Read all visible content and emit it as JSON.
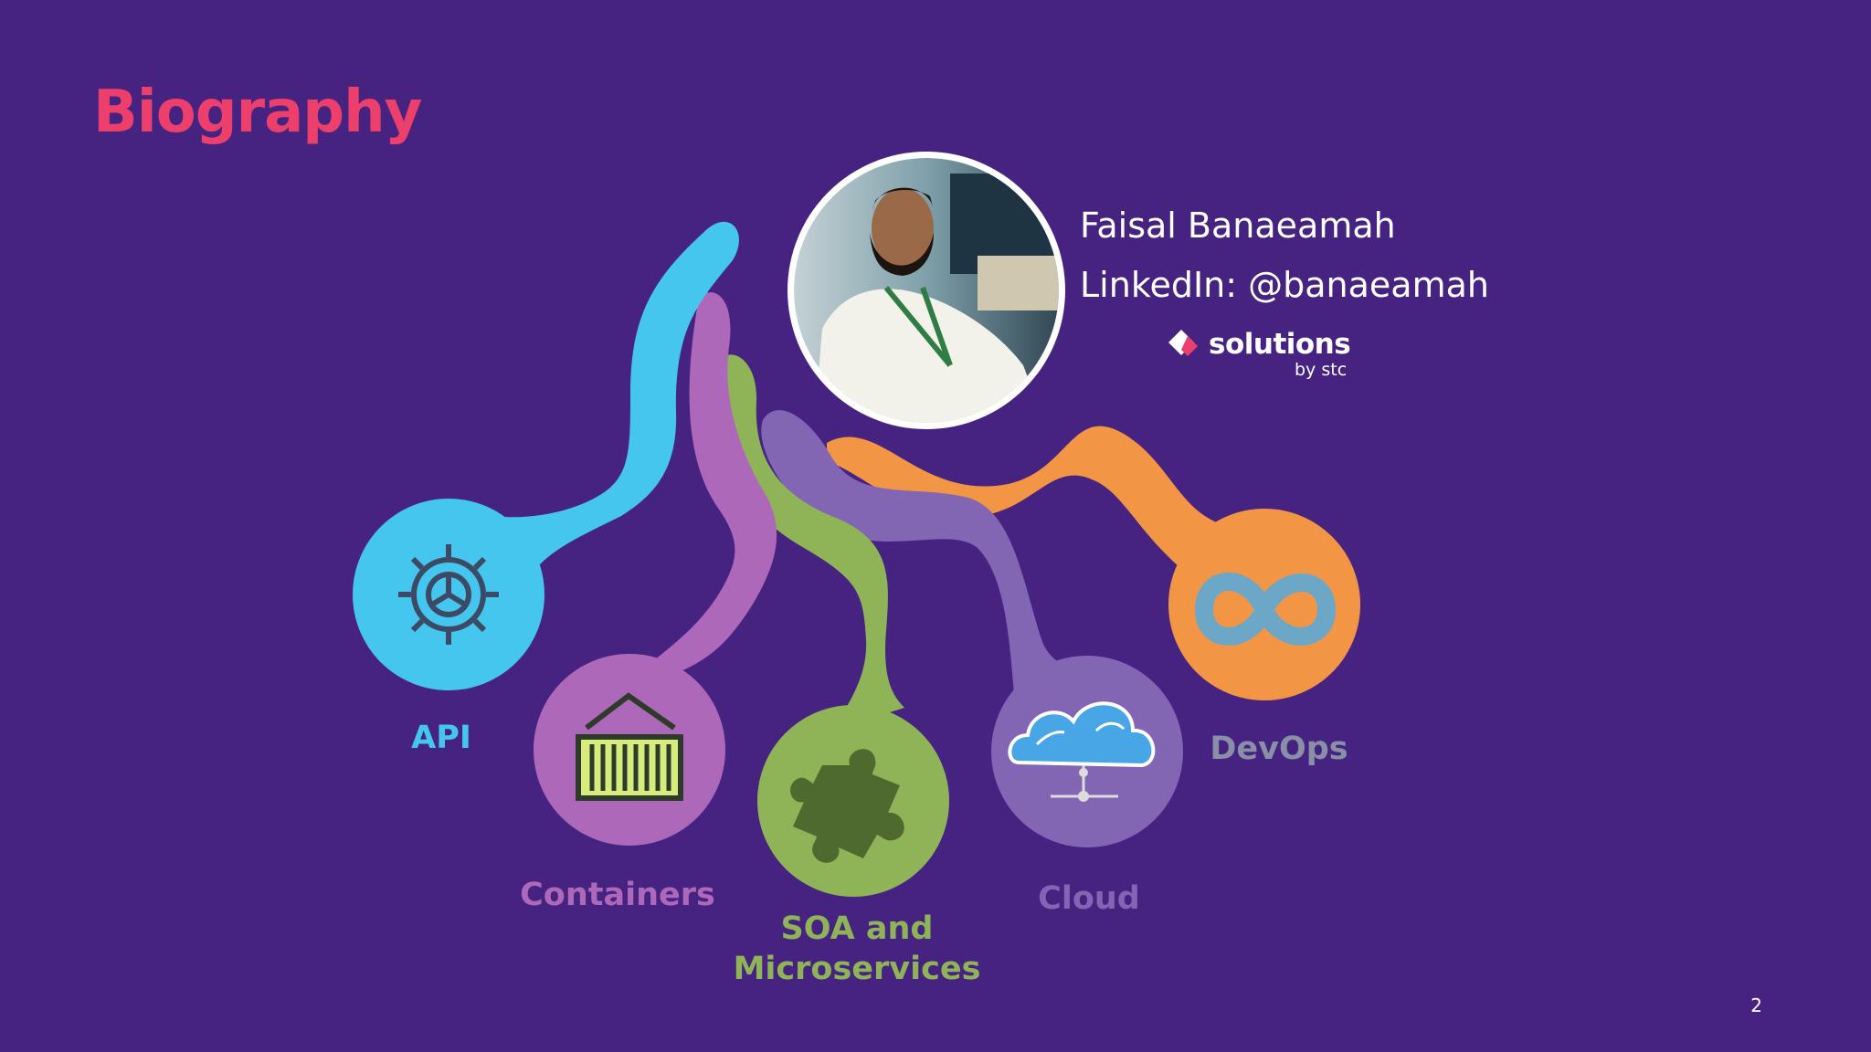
{
  "slide": {
    "title": "Biography",
    "page_number": "2"
  },
  "profile": {
    "name": "Faisal Banaeamah",
    "linkedin": "LinkedIn: @banaeamah",
    "photo_description": "portrait photo of presenter",
    "company_logo": {
      "word": "solutions",
      "sub": "by stc"
    }
  },
  "topics": [
    {
      "label": "API",
      "color": "#44c6ef",
      "icon": "gear-icon"
    },
    {
      "label": "Containers",
      "color": "#ad68ba",
      "icon": "shipping-container-icon"
    },
    {
      "label": "SOA and",
      "label_line2": "Microservices",
      "color": "#8fb457",
      "icon": "puzzle-piece-icon"
    },
    {
      "label": "Cloud",
      "color": "#8265b3",
      "icon": "cloud-network-icon"
    },
    {
      "label": "DevOps",
      "color": "#f29645",
      "icon": "infinity-loop-icon"
    }
  ],
  "colors": {
    "background": "#472381",
    "title": "#ec3f6c",
    "text": "#ffffff"
  }
}
